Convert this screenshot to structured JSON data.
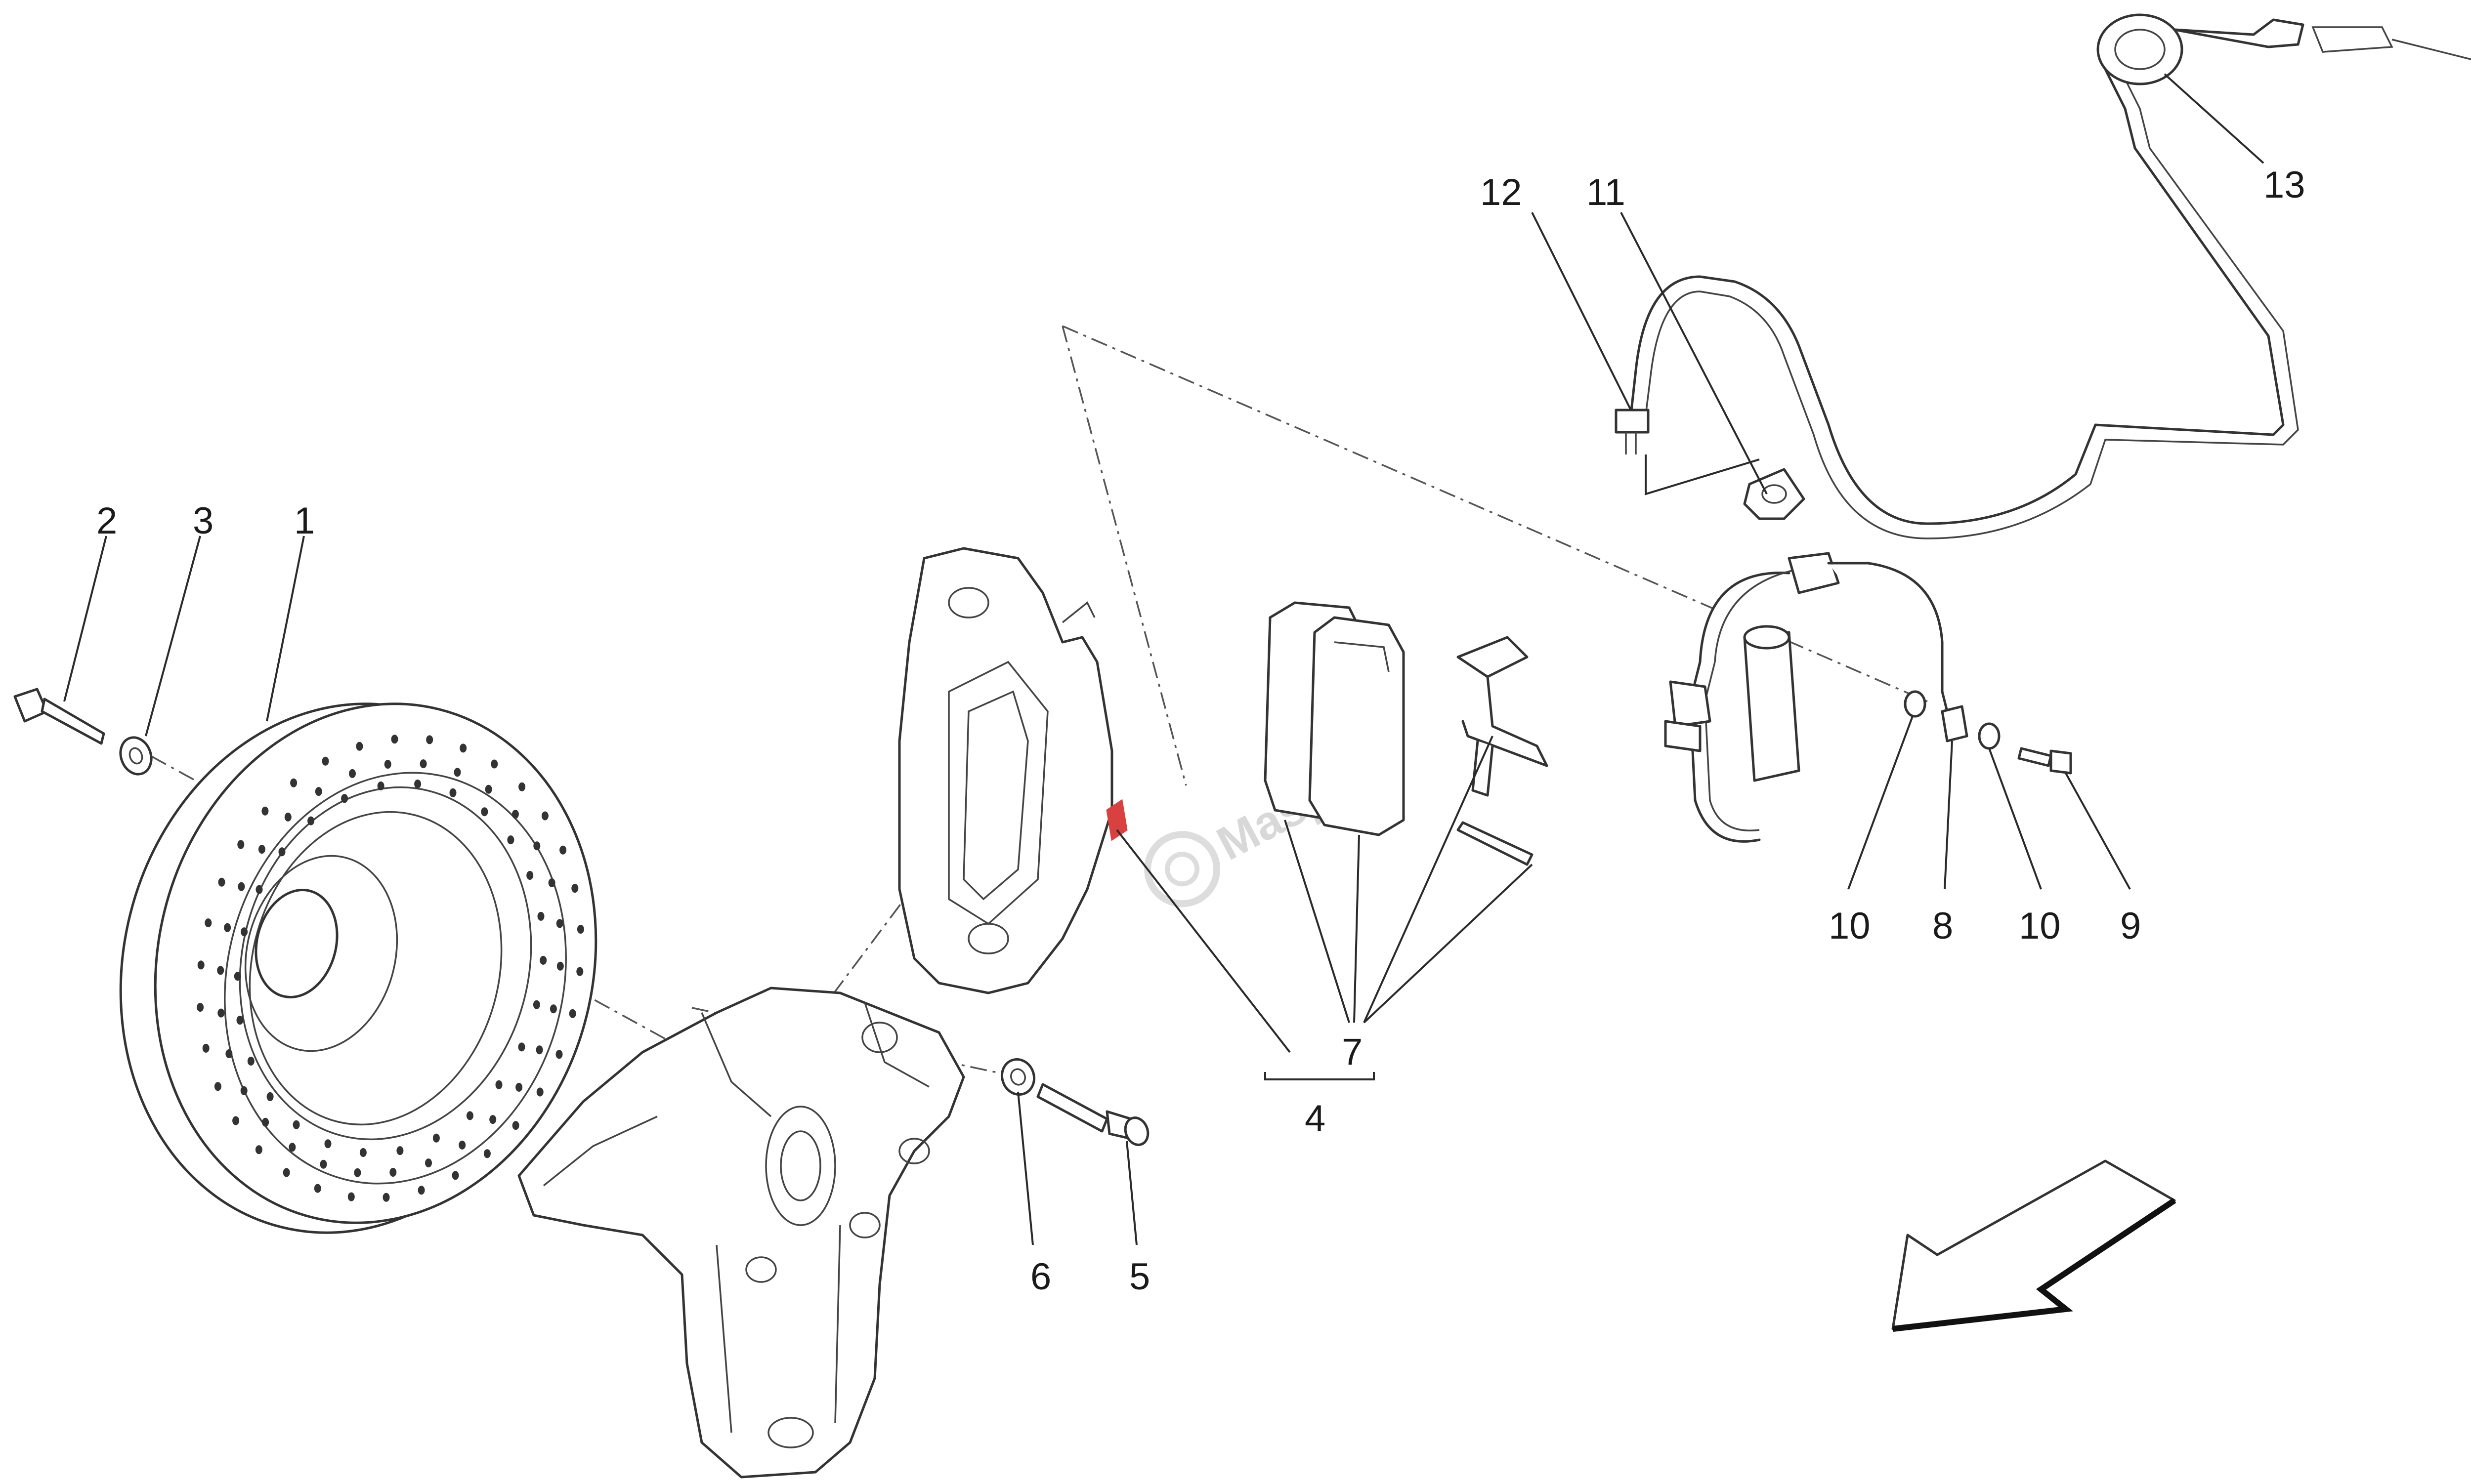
{
  "labels": {
    "p1": "1",
    "p2": "2",
    "p3": "3",
    "p4": "4",
    "p5": "5",
    "p6": "6",
    "p7": "7",
    "p8": "8",
    "p9": "9",
    "p10a": "10",
    "p10b": "10",
    "p11": "11",
    "p12": "12",
    "p13": "13"
  },
  "watermark": {
    "text": "Maspa"
  },
  "colors": {
    "line": "#333333",
    "text": "#1a1a1a",
    "watermark": "#d8d8d8",
    "accent": "#d94040"
  }
}
